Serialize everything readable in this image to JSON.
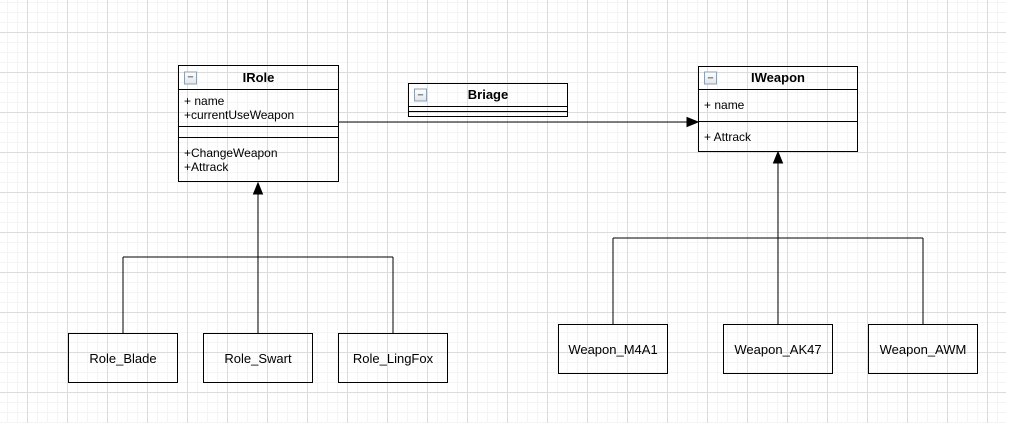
{
  "diagram": {
    "classes": {
      "irole": {
        "title": "IRole",
        "attributes": [
          "+ name",
          "+currentUseWeapon"
        ],
        "methods": [
          "+ChangeWeapon",
          "+Attrack"
        ]
      },
      "briage": {
        "title": "Briage"
      },
      "iweapon": {
        "title": "IWeapon",
        "attributes": [
          "+ name"
        ],
        "methods": [
          "+ Attrack"
        ]
      }
    },
    "nodes": {
      "role_blade": {
        "label": "Role_Blade"
      },
      "role_swart": {
        "label": "Role_Swart"
      },
      "role_lingfox": {
        "label": "Role_LingFox"
      },
      "weapon_m4a1": {
        "label": "Weapon_M4A1"
      },
      "weapon_ak47": {
        "label": "Weapon_AK47"
      },
      "weapon_awm": {
        "label": "Weapon_AWM"
      }
    },
    "icons": {
      "collapse_glyph": "−"
    },
    "colors": {
      "background": "#ffffff",
      "grid_minor": "#f4f4f4",
      "grid_major": "#dcdcdc",
      "shape_border": "#000000",
      "edge": "#000000",
      "text": "#000000",
      "collapse_border": "#8ca0b3"
    }
  }
}
